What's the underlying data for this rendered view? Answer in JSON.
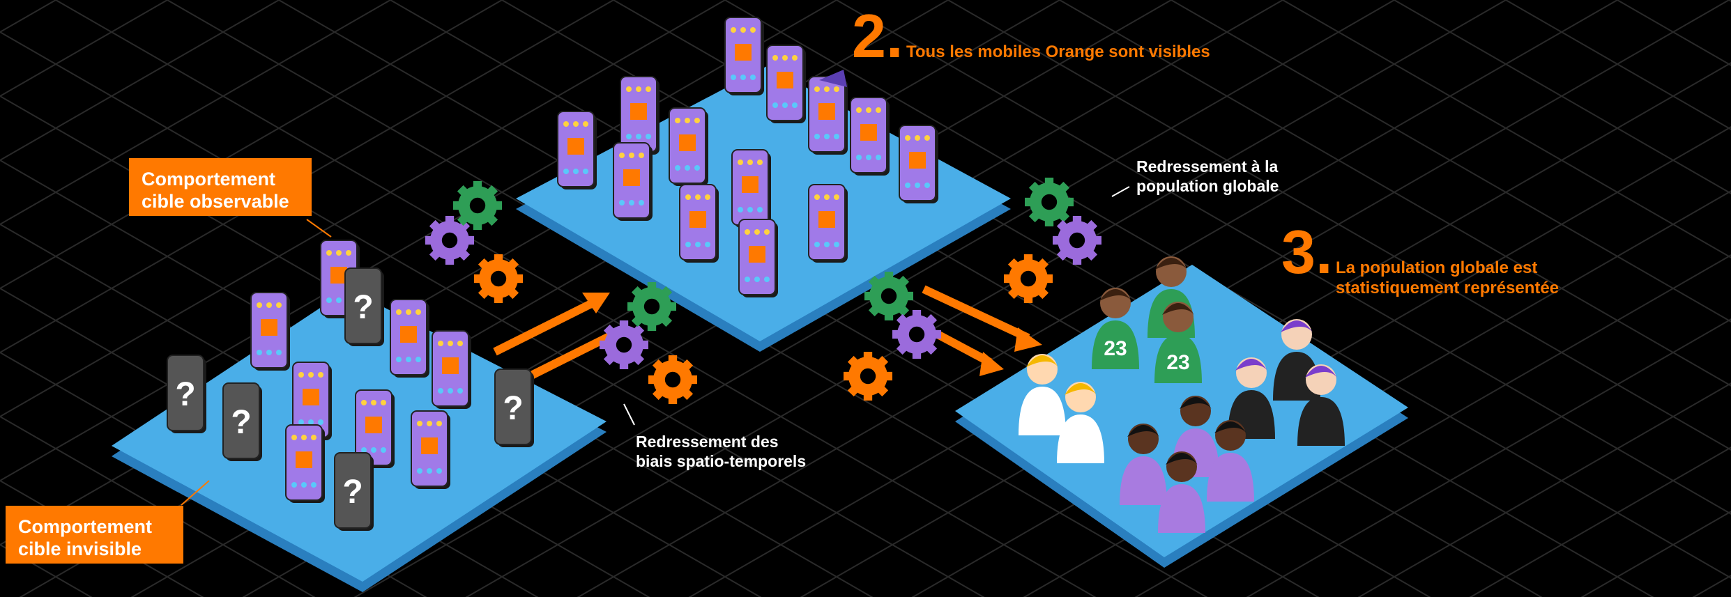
{
  "steps": {
    "step2": {
      "number": "2.",
      "text": "Tous les mobiles Orange sont visibles"
    },
    "step3": {
      "number": "3.",
      "text": "La population globale est\nstatistiquement représentée"
    }
  },
  "callouts": {
    "observable": "Comportement\ncible observable",
    "invisible": "Comportement\ncible invisible"
  },
  "annotations": {
    "spatio": "Redressement des\nbiais spatio-temporels",
    "population": "Redressement à la\npopulation globale"
  },
  "phone_glyphs": {
    "unknown": "?"
  },
  "people": {
    "jersey_number": "23"
  },
  "colors": {
    "background": "#000000",
    "platform": "#4aaee8",
    "orange": "#ff7900",
    "purple": "#9b6bdc",
    "green": "#2e9e56",
    "phone_screen": "#a07ae8",
    "phone_dark": "#555555"
  },
  "icons": [
    "gear-icon",
    "phone-icon",
    "person-icon",
    "arrow-icon"
  ]
}
